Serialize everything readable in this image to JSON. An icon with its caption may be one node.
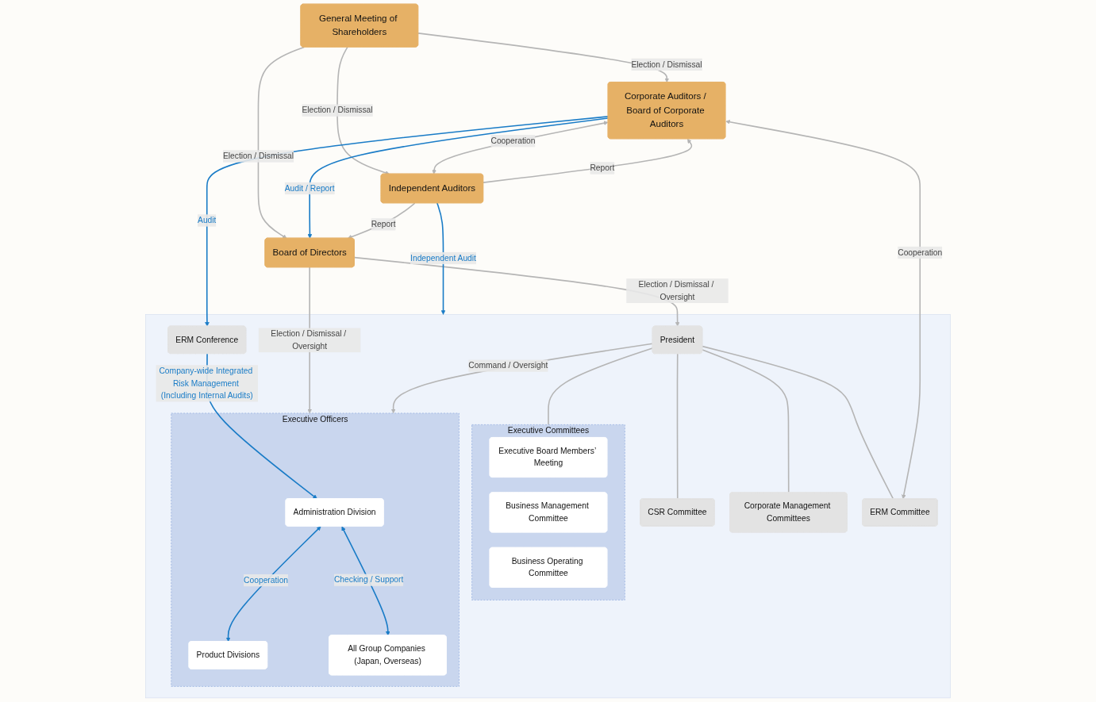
{
  "diagram": {
    "nodes": [
      {
        "text": [
          "General Meeting of Shareholders"
        ]
      },
      {
        "text": [
          "Board of Directors"
        ]
      },
      {
        "text": [
          "Corporate Auditors / Board of Corporate Auditors"
        ]
      },
      {
        "text": [
          "Independent Auditors"
        ]
      },
      {
        "text": [],
        "shape": "box"
      },
      {
        "text": [
          "President"
        ],
        "in": 4
      },
      {
        "text": [
          "CSR Committee"
        ],
        "in": 4
      },
      {
        "text": [
          "Corporate Management Committees"
        ],
        "in": 4
      },
      {
        "text": [
          "Executive Committees"
        ],
        "in": 4
      },
      {
        "text": [
          "Executive Board Members’ Meeting"
        ],
        "in": 8
      },
      {
        "text": [
          "Business Management Committee"
        ],
        "in": 8
      },
      {
        "text": [
          "Business Operating Committee"
        ],
        "in": 8
      },
      {
        "text": [
          "ERM Committee"
        ],
        "in": 4
      },
      {
        "text": [
          "ERM Conference"
        ],
        "in": 4
      },
      {
        "text": [
          "Executive Officers"
        ],
        "in": 4
      },
      {
        "text": [
          "Administration Division"
        ],
        "in": 14
      },
      {
        "text": [
          "Product Divisions"
        ],
        "in": 14
      },
      {
        "text": [
          "All Group Companies (Japan, Overseas)"
        ],
        "in": 14
      }
    ],
    "edges": [
      {
        "from": 0,
        "to": 2,
        "arrow": "to",
        "label": "Election / Dismissal"
      },
      {
        "from": 0,
        "to": 1,
        "arrow": "to",
        "label": "Election / Dismissal"
      },
      {
        "from": 0,
        "to": 3,
        "arrow": "to",
        "label": "Election / Dismissal"
      },
      {
        "from": 2,
        "to": 1,
        "arrow": "to",
        "label": "Audit / Report",
        "color": "#1a7cc7"
      },
      {
        "from": 3,
        "to": 1,
        "arrow": "to",
        "label": "Report"
      },
      {
        "from": 1,
        "to": 5,
        "arrow": "to",
        "label": "Election / Dismissal / Oversight"
      },
      {
        "from": 1,
        "to": 14,
        "arrow": "to",
        "label": "Election / Dismissal / Oversight"
      },
      {
        "from": 5,
        "to": 6,
        "arrow": "none"
      },
      {
        "from": 5,
        "to": 7,
        "arrow": "none"
      },
      {
        "from": 5,
        "to": 8,
        "arrow": "none"
      },
      {
        "from": 5,
        "to": 12,
        "arrow": "none"
      },
      {
        "from": 5,
        "to": 14,
        "arrow": "to",
        "label": "Command / Oversight"
      },
      {
        "from": 2,
        "to": 12,
        "arrow": "both",
        "label": "Cooperation"
      },
      {
        "from": 2,
        "to": 13,
        "arrow": "to",
        "label": "Audit",
        "color": "#1a7cc7"
      },
      {
        "from": 13,
        "to": 15,
        "arrow": "to",
        "label": "Company-wide Integrated Risk Management (Including Internal Audits)",
        "color": "#1a7cc7"
      },
      {
        "from": 3,
        "to": 4,
        "arrow": "to",
        "label": "Independent Audit",
        "color": "#1a7cc7"
      },
      {
        "from": 15,
        "to": 16,
        "arrow": "both",
        "label": "Cooperation",
        "color": "#1a7cc7"
      },
      {
        "from": 15,
        "to": 17,
        "arrow": "both",
        "label": "Checking / Support",
        "color": "#1a7cc7"
      },
      {
        "from": 3,
        "to": 2,
        "arrow": "to",
        "label": "Report"
      },
      {
        "from": 2,
        "to": 3,
        "arrow": "both",
        "label": "Cooperation"
      }
    ]
  }
}
